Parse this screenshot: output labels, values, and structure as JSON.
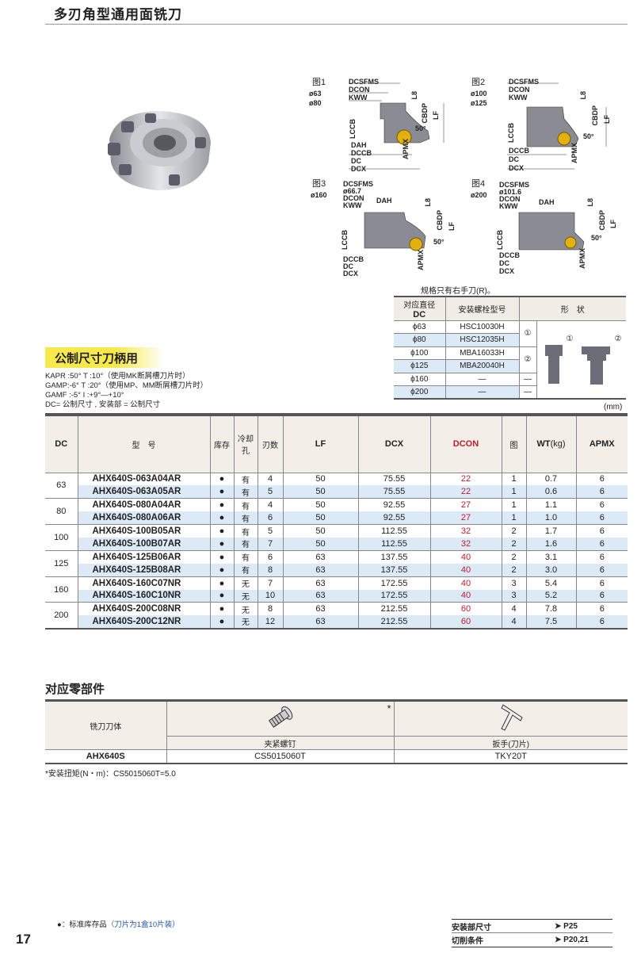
{
  "header": {
    "title": "多刃角型通用面铣刀"
  },
  "figures": [
    {
      "label": "图1",
      "sizes": [
        "ø63",
        "ø80"
      ],
      "dims": [
        "DCSFMS",
        "DCON",
        "KWW",
        "L8",
        "CBDP",
        "LF",
        "LCCB",
        "DAH",
        "DCCB",
        "DC",
        "DCX",
        "APMX",
        "50°"
      ]
    },
    {
      "label": "图2",
      "sizes": [
        "ø100",
        "ø125"
      ],
      "dims": [
        "DCSFMS",
        "DCON",
        "KWW",
        "L8",
        "CBDP",
        "LF",
        "LCCB",
        "DCCB",
        "DC",
        "DCX",
        "APMX",
        "50°"
      ]
    },
    {
      "label": "图3",
      "sizes": [
        "ø160"
      ],
      "dims": [
        "DCSFMS",
        "ø66.7",
        "DCON",
        "DAH",
        "KWW",
        "L8",
        "CBDP",
        "LF",
        "LCCB",
        "DCCB",
        "DC",
        "DCX",
        "APMX",
        "50°"
      ]
    },
    {
      "label": "图4",
      "sizes": [
        "ø200"
      ],
      "dims": [
        "DCSFMS",
        "ø101.6",
        "DCON",
        "DAH",
        "KWW",
        "L8",
        "CBDP",
        "LF",
        "LCCB",
        "DCCB",
        "DC",
        "DCX",
        "APMX",
        "50°"
      ]
    }
  ],
  "spec_note": "规格只有右手刀(R)。",
  "bolt_table": {
    "headers": {
      "dc_cn": "对应直径",
      "dc": "DC",
      "bolt": "安装螺栓型号",
      "shape": "形　状"
    },
    "rows": [
      {
        "dc": "ϕ63",
        "bolt": "HSC10030H",
        "shape": "①"
      },
      {
        "dc": "ϕ80",
        "bolt": "HSC12035H",
        "shape": ""
      },
      {
        "dc": "ϕ100",
        "bolt": "MBA16033H",
        "shape": "②"
      },
      {
        "dc": "ϕ125",
        "bolt": "MBA20040H",
        "shape": ""
      },
      {
        "dc": "ϕ160",
        "bolt": "—",
        "shape": "—"
      },
      {
        "dc": "ϕ200",
        "bolt": "—",
        "shape": "—"
      }
    ],
    "shape_labels": [
      "①",
      "②"
    ]
  },
  "section": {
    "title": "公制尺寸刀柄用",
    "notes": [
      "KAPR :50°  T :10°（使用MK断屑槽刀片时）",
      "GAMP:-6°  T :20°（使用MP、MM断屑槽刀片时）",
      "GAMF :-5°  I  :+9°—+10°",
      "DC= 公制尺寸 , 安装部 = 公制尺寸"
    ],
    "unit": "(mm)"
  },
  "main_table": {
    "headers": {
      "dc": "DC",
      "model": "型　号",
      "stock": "库存",
      "coolant": "冷却孔",
      "teeth": "刃数",
      "lf": "LF",
      "dcx": "DCX",
      "dcon": "DCON",
      "fig": "图",
      "wt": "WT",
      "wt_unit": "(kg)",
      "apmx": "APMX"
    },
    "groups": [
      {
        "dc": "63",
        "rows": [
          {
            "model": "AHX640S-063A04AR",
            "stock": "●",
            "coolant": "有",
            "teeth": "4",
            "lf": "50",
            "dcx": "75.55",
            "dcon": "22",
            "fig": "1",
            "wt": "0.7",
            "apmx": "6"
          },
          {
            "model": "AHX640S-063A05AR",
            "stock": "●",
            "coolant": "有",
            "teeth": "5",
            "lf": "50",
            "dcx": "75.55",
            "dcon": "22",
            "fig": "1",
            "wt": "0.6",
            "apmx": "6"
          }
        ]
      },
      {
        "dc": "80",
        "rows": [
          {
            "model": "AHX640S-080A04AR",
            "stock": "●",
            "coolant": "有",
            "teeth": "4",
            "lf": "50",
            "dcx": "92.55",
            "dcon": "27",
            "fig": "1",
            "wt": "1.1",
            "apmx": "6"
          },
          {
            "model": "AHX640S-080A06AR",
            "stock": "●",
            "coolant": "有",
            "teeth": "6",
            "lf": "50",
            "dcx": "92.55",
            "dcon": "27",
            "fig": "1",
            "wt": "1.0",
            "apmx": "6"
          }
        ]
      },
      {
        "dc": "100",
        "rows": [
          {
            "model": "AHX640S-100B05AR",
            "stock": "●",
            "coolant": "有",
            "teeth": "5",
            "lf": "50",
            "dcx": "112.55",
            "dcon": "32",
            "fig": "2",
            "wt": "1.7",
            "apmx": "6"
          },
          {
            "model": "AHX640S-100B07AR",
            "stock": "●",
            "coolant": "有",
            "teeth": "7",
            "lf": "50",
            "dcx": "112.55",
            "dcon": "32",
            "fig": "2",
            "wt": "1.6",
            "apmx": "6"
          }
        ]
      },
      {
        "dc": "125",
        "rows": [
          {
            "model": "AHX640S-125B06AR",
            "stock": "●",
            "coolant": "有",
            "teeth": "6",
            "lf": "63",
            "dcx": "137.55",
            "dcon": "40",
            "fig": "2",
            "wt": "3.1",
            "apmx": "6"
          },
          {
            "model": "AHX640S-125B08AR",
            "stock": "●",
            "coolant": "有",
            "teeth": "8",
            "lf": "63",
            "dcx": "137.55",
            "dcon": "40",
            "fig": "2",
            "wt": "3.0",
            "apmx": "6"
          }
        ]
      },
      {
        "dc": "160",
        "rows": [
          {
            "model": "AHX640S-160C07NR",
            "stock": "●",
            "coolant": "无",
            "teeth": "7",
            "lf": "63",
            "dcx": "172.55",
            "dcon": "40",
            "fig": "3",
            "wt": "5.4",
            "apmx": "6"
          },
          {
            "model": "AHX640S-160C10NR",
            "stock": "●",
            "coolant": "无",
            "teeth": "10",
            "lf": "63",
            "dcx": "172.55",
            "dcon": "40",
            "fig": "3",
            "wt": "5.2",
            "apmx": "6"
          }
        ]
      },
      {
        "dc": "200",
        "rows": [
          {
            "model": "AHX640S-200C08NR",
            "stock": "●",
            "coolant": "无",
            "teeth": "8",
            "lf": "63",
            "dcx": "212.55",
            "dcon": "60",
            "fig": "4",
            "wt": "7.8",
            "apmx": "6"
          },
          {
            "model": "AHX640S-200C12NR",
            "stock": "●",
            "coolant": "无",
            "teeth": "12",
            "lf": "63",
            "dcx": "212.55",
            "dcon": "60",
            "fig": "4",
            "wt": "7.5",
            "apmx": "6"
          }
        ]
      }
    ]
  },
  "parts": {
    "title": "对应零部件",
    "body_label": "铣刀刀体",
    "screw_label": "夹紧螺钉",
    "wrench_label": "扳手(刀片)",
    "asterisk": "*",
    "body": "AHX640S",
    "screw": "CS5015060T",
    "wrench": "TKY20T",
    "note": "*安装扭矩(N・m)：CS5015060T=5.0"
  },
  "footer": {
    "page": "17",
    "legend_bullet": "●",
    "legend_text": "：标准库存品",
    "legend_blue": "（刀片为1盒10片装）",
    "links": [
      {
        "label": "安装部尺寸",
        "ref": "➤ P25"
      },
      {
        "label": "切削条件",
        "ref": "➤ P20,21"
      }
    ]
  },
  "colors": {
    "row_blue": "#dce9f7",
    "header_bg": "#f3efe8",
    "accent_red": "#c41a2a",
    "section_yellow": "#f7e94a"
  }
}
